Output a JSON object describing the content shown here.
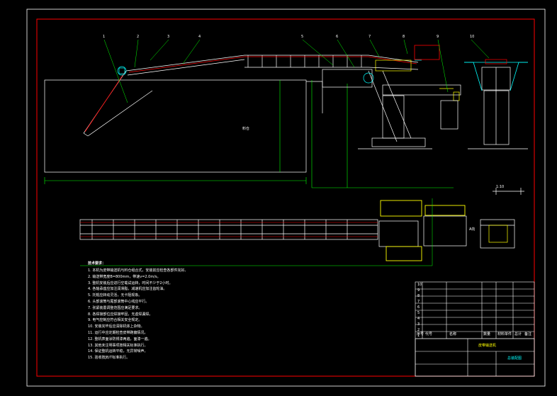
{
  "drawing": {
    "colors": {
      "background": "#000000",
      "frame": "#ff0000",
      "outline": "#ffffff",
      "machine": "#ffffff",
      "dimension": "#00ff00",
      "highlight": "#ffff00",
      "cyan": "#00ffff"
    },
    "callouts": [
      "1",
      "2",
      "3",
      "4",
      "5",
      "6",
      "7",
      "8",
      "9",
      "10"
    ],
    "labels": {
      "bin_label": "料仓",
      "scale_label": "1:10",
      "small_label": "A向"
    },
    "notes": {
      "title": "技术要求：",
      "lines": [
        "1. 本机为皮带输送机与料仓组合式，安装前应检查各部件完好。",
        "2. 输送带宽度B=800mm，带速v=2.0m/s。",
        "3. 整机安装后应进行空载试运转，时间不少于2小时。",
        "4. 各轴承座应加注润滑脂，减速机应加注齿轮油。",
        "5. 托辊应转动灵活，无卡阻现象。",
        "6. 头部滚筒与尾部滚筒中心线应平行。",
        "7. 张紧装置调整范围应满足要求。",
        "8. 各焊接部位应焊接牢固，无虚焊漏焊。",
        "9. 电气控制应符合相关安全规定。",
        "10. 安装完毕后应清除机体上杂物。",
        "11. 运行中应定期检查皮带跑偏情况。",
        "12. 整机表面涂防锈漆两遍，面漆一遍。",
        "13. 其他未注明事项按相关标准执行。",
        "14. 保证整机运转平稳，无异常噪声。",
        "15. 验收按JB/T标准执行。"
      ]
    },
    "title_block": {
      "parts_rows": [
        "10",
        "9",
        "8",
        "7",
        "6",
        "5",
        "4",
        "3",
        "2",
        "1"
      ],
      "header_row": [
        "序号",
        "代号",
        "名称",
        "数量",
        "材料",
        "单件",
        "总计",
        "备注"
      ],
      "drawing_name": "皮带输送机",
      "company": "总装配图"
    }
  }
}
